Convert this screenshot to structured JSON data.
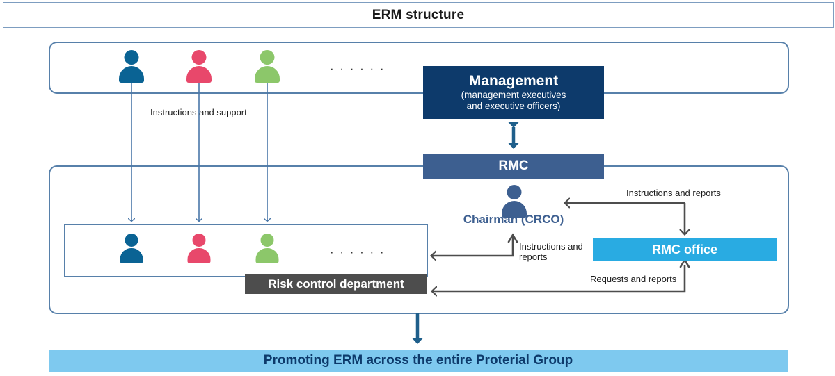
{
  "title": "ERM structure",
  "boxes": {
    "management": {
      "title": "Management",
      "subtitle_line1": "(management executives",
      "subtitle_line2": "and executive officers)",
      "color": "#0d3a6b"
    },
    "rmc": {
      "label": "RMC",
      "color": "#3d5f90"
    },
    "rmc_office": {
      "label": "RMC office",
      "color": "#29abe2"
    },
    "risk_control_department": {
      "label": "Risk control department",
      "color": "#4d4d4d"
    },
    "chairman": {
      "label": "Chairman (CRCO)",
      "color": "#3d5f90"
    },
    "banner": {
      "label": "Promoting ERM across the entire Proterial Group",
      "color": "#7ec9ef",
      "text_color": "#0d3a6b"
    }
  },
  "connectors": {
    "instructions_and_support": "Instructions and support",
    "instructions_and_reports_top": "Instructions and reports",
    "instructions_and_reports_mid_line1": "Instructions and",
    "instructions_and_reports_mid_line2": "reports",
    "requests_and_reports": "Requests and reports"
  },
  "people": {
    "top_row": [
      {
        "name": "person-blue",
        "color": "#0a6394"
      },
      {
        "name": "person-pink",
        "color": "#e8486b"
      },
      {
        "name": "person-green",
        "color": "#8cc76a"
      }
    ],
    "bottom_row": [
      {
        "name": "person-blue",
        "color": "#0a6394"
      },
      {
        "name": "person-pink",
        "color": "#e8486b"
      },
      {
        "name": "person-green",
        "color": "#8cc76a"
      }
    ],
    "chairman_icon_color": "#3d5f90",
    "ellipsis": "· · · · · ·"
  },
  "palette": {
    "panel_border": "#5780aa",
    "thin_arrow": "#4a77a8",
    "thick_arrow_gray": "#4d4d4d",
    "navy_arrow": "#1f5f8b"
  }
}
